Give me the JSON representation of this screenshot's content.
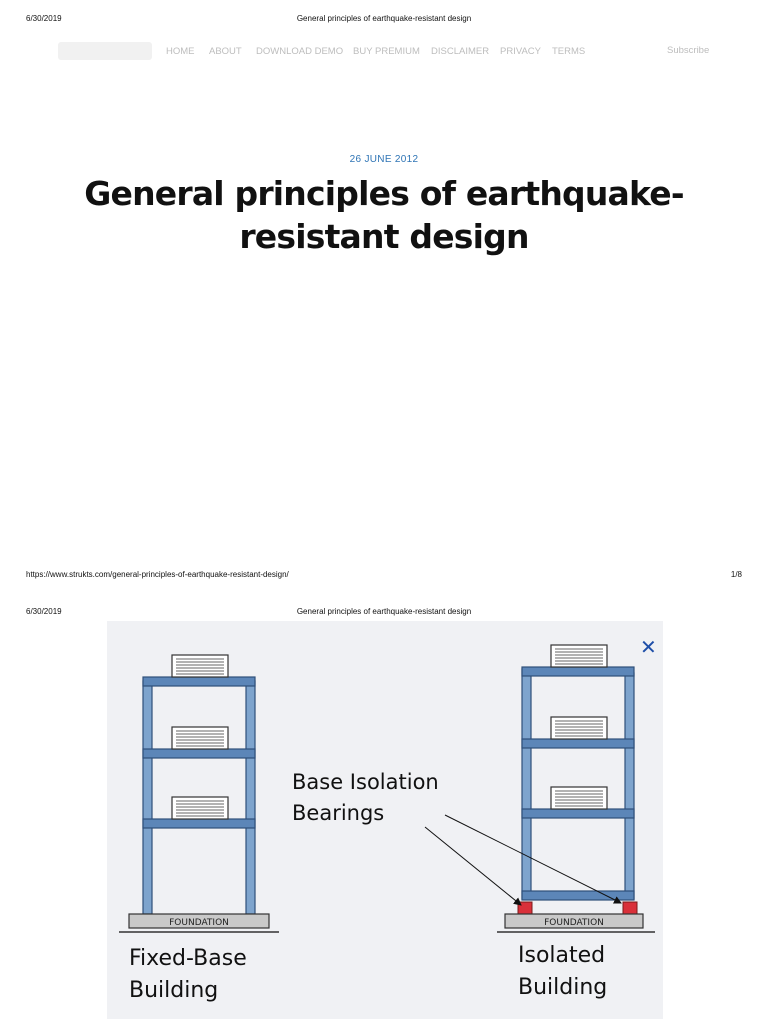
{
  "print": {
    "page1": {
      "date": "6/30/2019",
      "title": "General principles of earthquake-resistant design",
      "url": "https://www.strukts.com/general-principles-of-earthquake-resistant-design/",
      "page": "1/8"
    },
    "page2": {
      "date": "6/30/2019",
      "title": "General principles of earthquake-resistant design"
    }
  },
  "nav": {
    "items": [
      "HOME",
      "ABOUT",
      "DOWNLOAD DEMO",
      "BUY PREMIUM",
      "DISCLAIMER",
      "PRIVACY",
      "TERMS"
    ],
    "subscribe": "Subscribe"
  },
  "article": {
    "date": "26 JUNE 2012",
    "title": "General principles of earthquake-resistant design"
  },
  "figure": {
    "annotation": [
      "Base Isolation",
      "Bearings"
    ],
    "foundation_label": "FOUNDATION",
    "left_caption": [
      "Fixed-Base",
      "Building"
    ],
    "right_caption": [
      "Isolated",
      "Building"
    ],
    "close_glyph": "✕",
    "colors": {
      "column": "#7ea4cd",
      "beam": "#5c86b8",
      "bearing": "#d9303a",
      "foundation": "#c9c9c9",
      "background": "#f0f1f4"
    }
  }
}
